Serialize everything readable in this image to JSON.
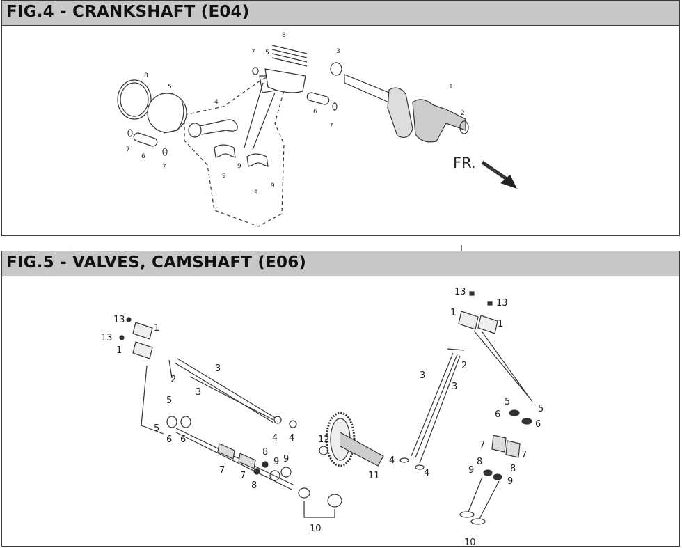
{
  "fig4": {
    "title": "FIG.4 - CRANKSHAFT (E04)",
    "direction_label": "FR.",
    "callouts": {
      "c1": "1",
      "c2": "2",
      "c3": "3",
      "c4": "4",
      "c5a": "5",
      "c5b": "5",
      "c6a": "6",
      "c6b": "6",
      "c7a": "7",
      "c7b": "7",
      "c7c": "7",
      "c7d": "7",
      "c8a": "8",
      "c8b": "8",
      "c9a": "9",
      "c9b": "9",
      "c9c": "9",
      "c9d": "9"
    }
  },
  "fig5": {
    "title": "FIG.5 - VALVES, CAMSHAFT  (E06)",
    "callouts": {
      "l13a": "13",
      "l13b": "13",
      "l1a": "1",
      "l1b": "1",
      "l2": "2",
      "l3a": "3",
      "l3b": "3",
      "l5a": "5",
      "l5b": "5",
      "l6a": "6",
      "l6b": "6",
      "l4a": "4",
      "l4b": "4",
      "l7a": "7",
      "l7b": "7",
      "l8a": "8",
      "l8b": "8",
      "l9a": "9",
      "l9b": "9",
      "l10": "10",
      "l11": "11",
      "l12": "12",
      "r13a": "13",
      "r13b": "13",
      "r1a": "1",
      "r1b": "1",
      "r2": "2",
      "r3a": "3",
      "r3b": "3",
      "r4a": "4",
      "r4b": "4",
      "r5a": "5",
      "r5b": "5",
      "r6a": "6",
      "r6b": "6",
      "r7a": "7",
      "r7b": "7",
      "r8a": "8",
      "r8b": "8",
      "r9a": "9",
      "r9b": "9",
      "r10": "10"
    }
  }
}
